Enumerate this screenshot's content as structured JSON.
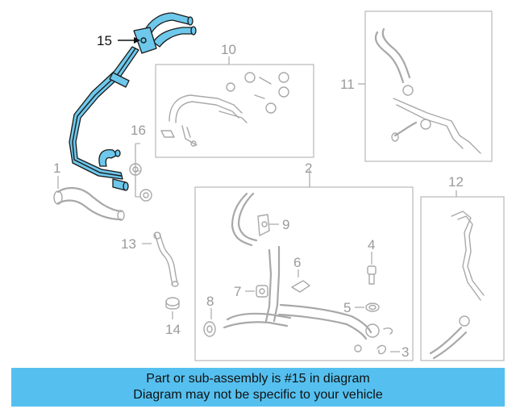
{
  "callouts": {
    "c1": "1",
    "c2": "2",
    "c3": "3",
    "c4": "4",
    "c5": "5",
    "c6": "6",
    "c7": "7",
    "c8": "8",
    "c9": "9",
    "c10": "10",
    "c11": "11",
    "c12": "12",
    "c13": "13",
    "c14": "14",
    "c15": "15",
    "c16": "16"
  },
  "highlight": {
    "part_number": "15",
    "color": "#6ec8ec"
  },
  "banner": {
    "line1": "Part or sub-assembly is #15 in diagram",
    "line2": "Diagram may not be specific to your vehicle",
    "background": "#55c0ef"
  }
}
